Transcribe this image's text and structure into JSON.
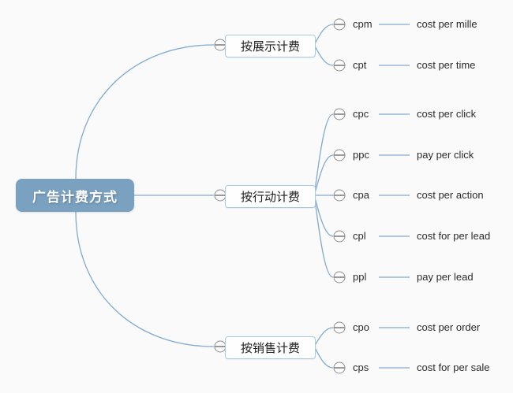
{
  "mindmap": {
    "root": {
      "label": "广告计费方式"
    },
    "branches": [
      {
        "label": "按展示计费",
        "children": [
          {
            "code": "cpm",
            "desc": "cost per mille"
          },
          {
            "code": "cpt",
            "desc": "cost per time"
          }
        ]
      },
      {
        "label": "按行动计费",
        "children": [
          {
            "code": "cpc",
            "desc": "cost per click"
          },
          {
            "code": "ppc",
            "desc": "pay per click"
          },
          {
            "code": "cpa",
            "desc": "cost per action"
          },
          {
            "code": "cpl",
            "desc": "cost for per lead"
          },
          {
            "code": "ppl",
            "desc": "pay per lead"
          }
        ]
      },
      {
        "label": "按销售计费",
        "children": [
          {
            "code": "cpo",
            "desc": "cost per order"
          },
          {
            "code": "cps",
            "desc": "cost for per sale"
          }
        ]
      }
    ],
    "icons": {
      "collapse": "minus-circle-icon"
    },
    "colors": {
      "background": "#FAFAFA",
      "root_fill": "#7BA1C0",
      "root_text": "#FFFFFF",
      "branch_fill": "#FEFEFF",
      "branch_border": "#A9C9E1",
      "edge": "#82ABD0",
      "text": "#2B2B2B",
      "icon_border": "#8F8F8F",
      "icon_minus": "#5A5A5A"
    }
  }
}
